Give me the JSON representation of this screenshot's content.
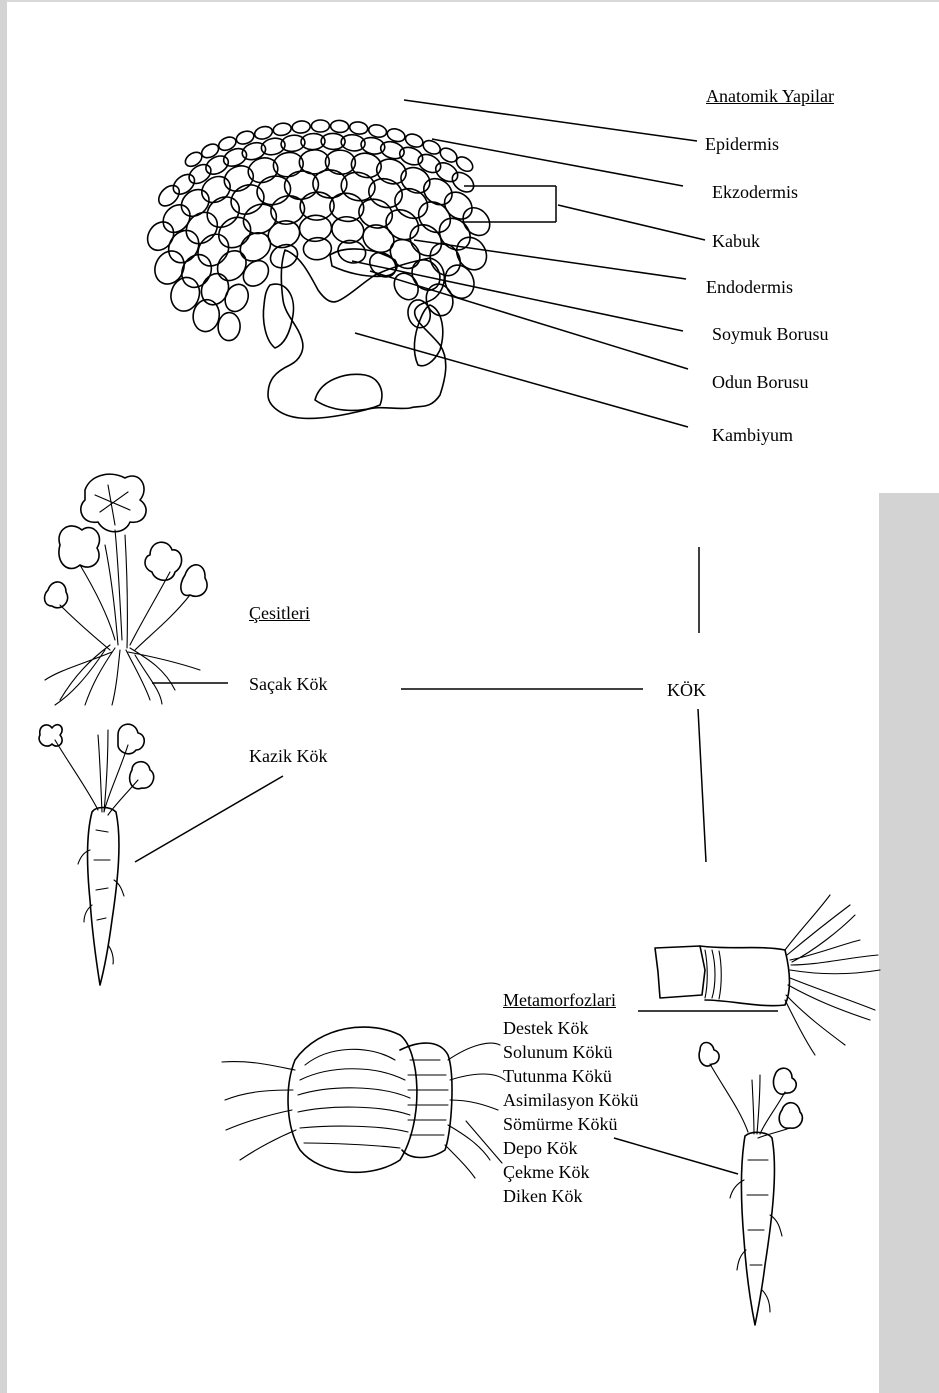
{
  "anatomy": {
    "heading": "Anatomik Yapilar",
    "labels": [
      "Epidermis",
      "Ekzodermis",
      "Kabuk",
      "Endodermis",
      "Soymuk Borusu",
      "Odun Borusu",
      "Kambiyum"
    ]
  },
  "center": {
    "title": "KÖK"
  },
  "types": {
    "heading": "Çesitleri",
    "items": [
      "Saçak Kök",
      "Kazik Kök"
    ]
  },
  "metamorphoses": {
    "heading": "Metamorfozlari",
    "items": [
      "Destek Kök",
      "Solunum Kökü",
      "Tutunma Kökü",
      "Asimilasyon Kökü",
      "Sömürme Kökü",
      "Depo  Kök",
      "Çekme Kök",
      "Diken Kök"
    ]
  }
}
